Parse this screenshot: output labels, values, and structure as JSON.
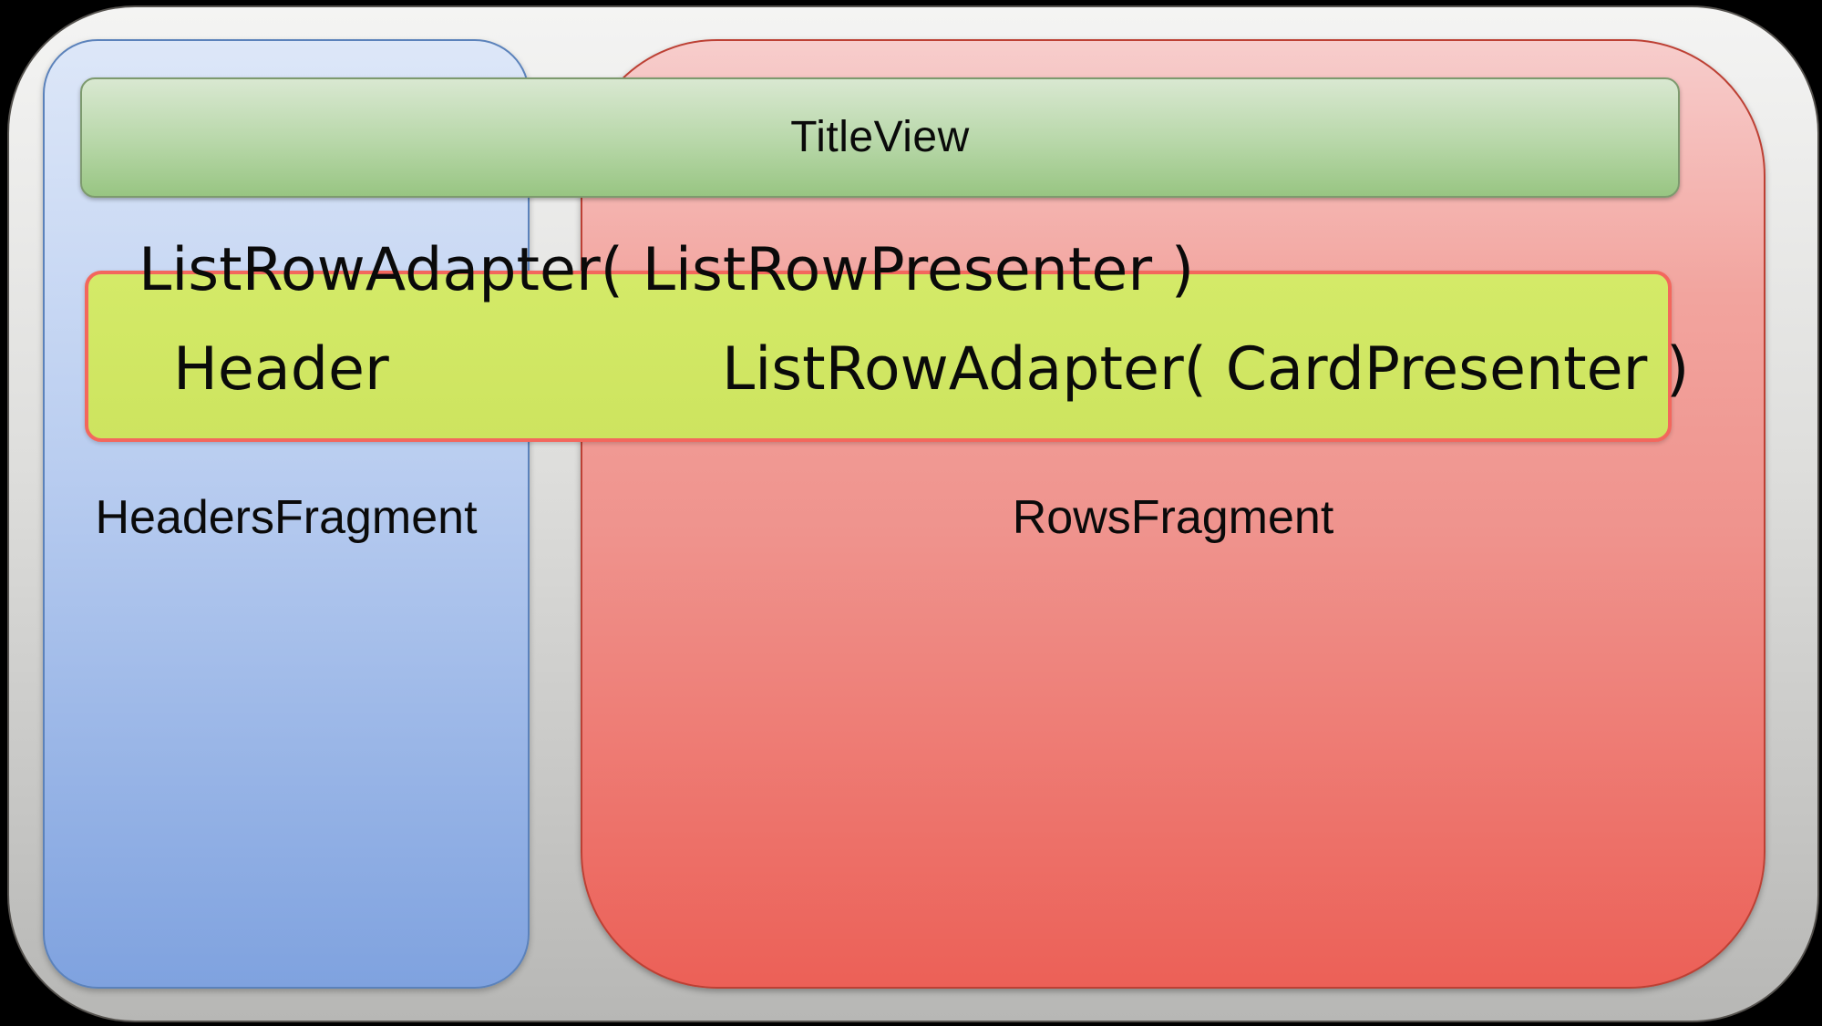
{
  "diagram": {
    "title_bar": {
      "label": "TitleView"
    },
    "headers_fragment": {
      "label": "HeadersFragment"
    },
    "rows_fragment": {
      "label": "RowsFragment"
    },
    "adapter_overlay": {
      "line1": "ListRowAdapter( ListRowPresenter )",
      "header_cell": "Header",
      "card_cell": "ListRowAdapter( CardPresenter )"
    }
  },
  "colors": {
    "background": "#000000",
    "text": "#0a0a0a",
    "frame_top": "#f4f4f3",
    "frame_bottom": "#b7b7b5",
    "frame_border": "#55524e",
    "headers_top": "#dde7f8",
    "headers_bottom": "#7fa2df",
    "headers_border": "#5b82bb",
    "rows_top": "#f7cdcc",
    "rows_bottom": "#ec6057",
    "rows_border": "#bd4034",
    "title_top": "#d9e8d1",
    "title_bottom": "#98c582",
    "title_border": "#7d9a6e",
    "adapter_fill": "#d4ea68",
    "adapter_border": "#f3675d"
  }
}
